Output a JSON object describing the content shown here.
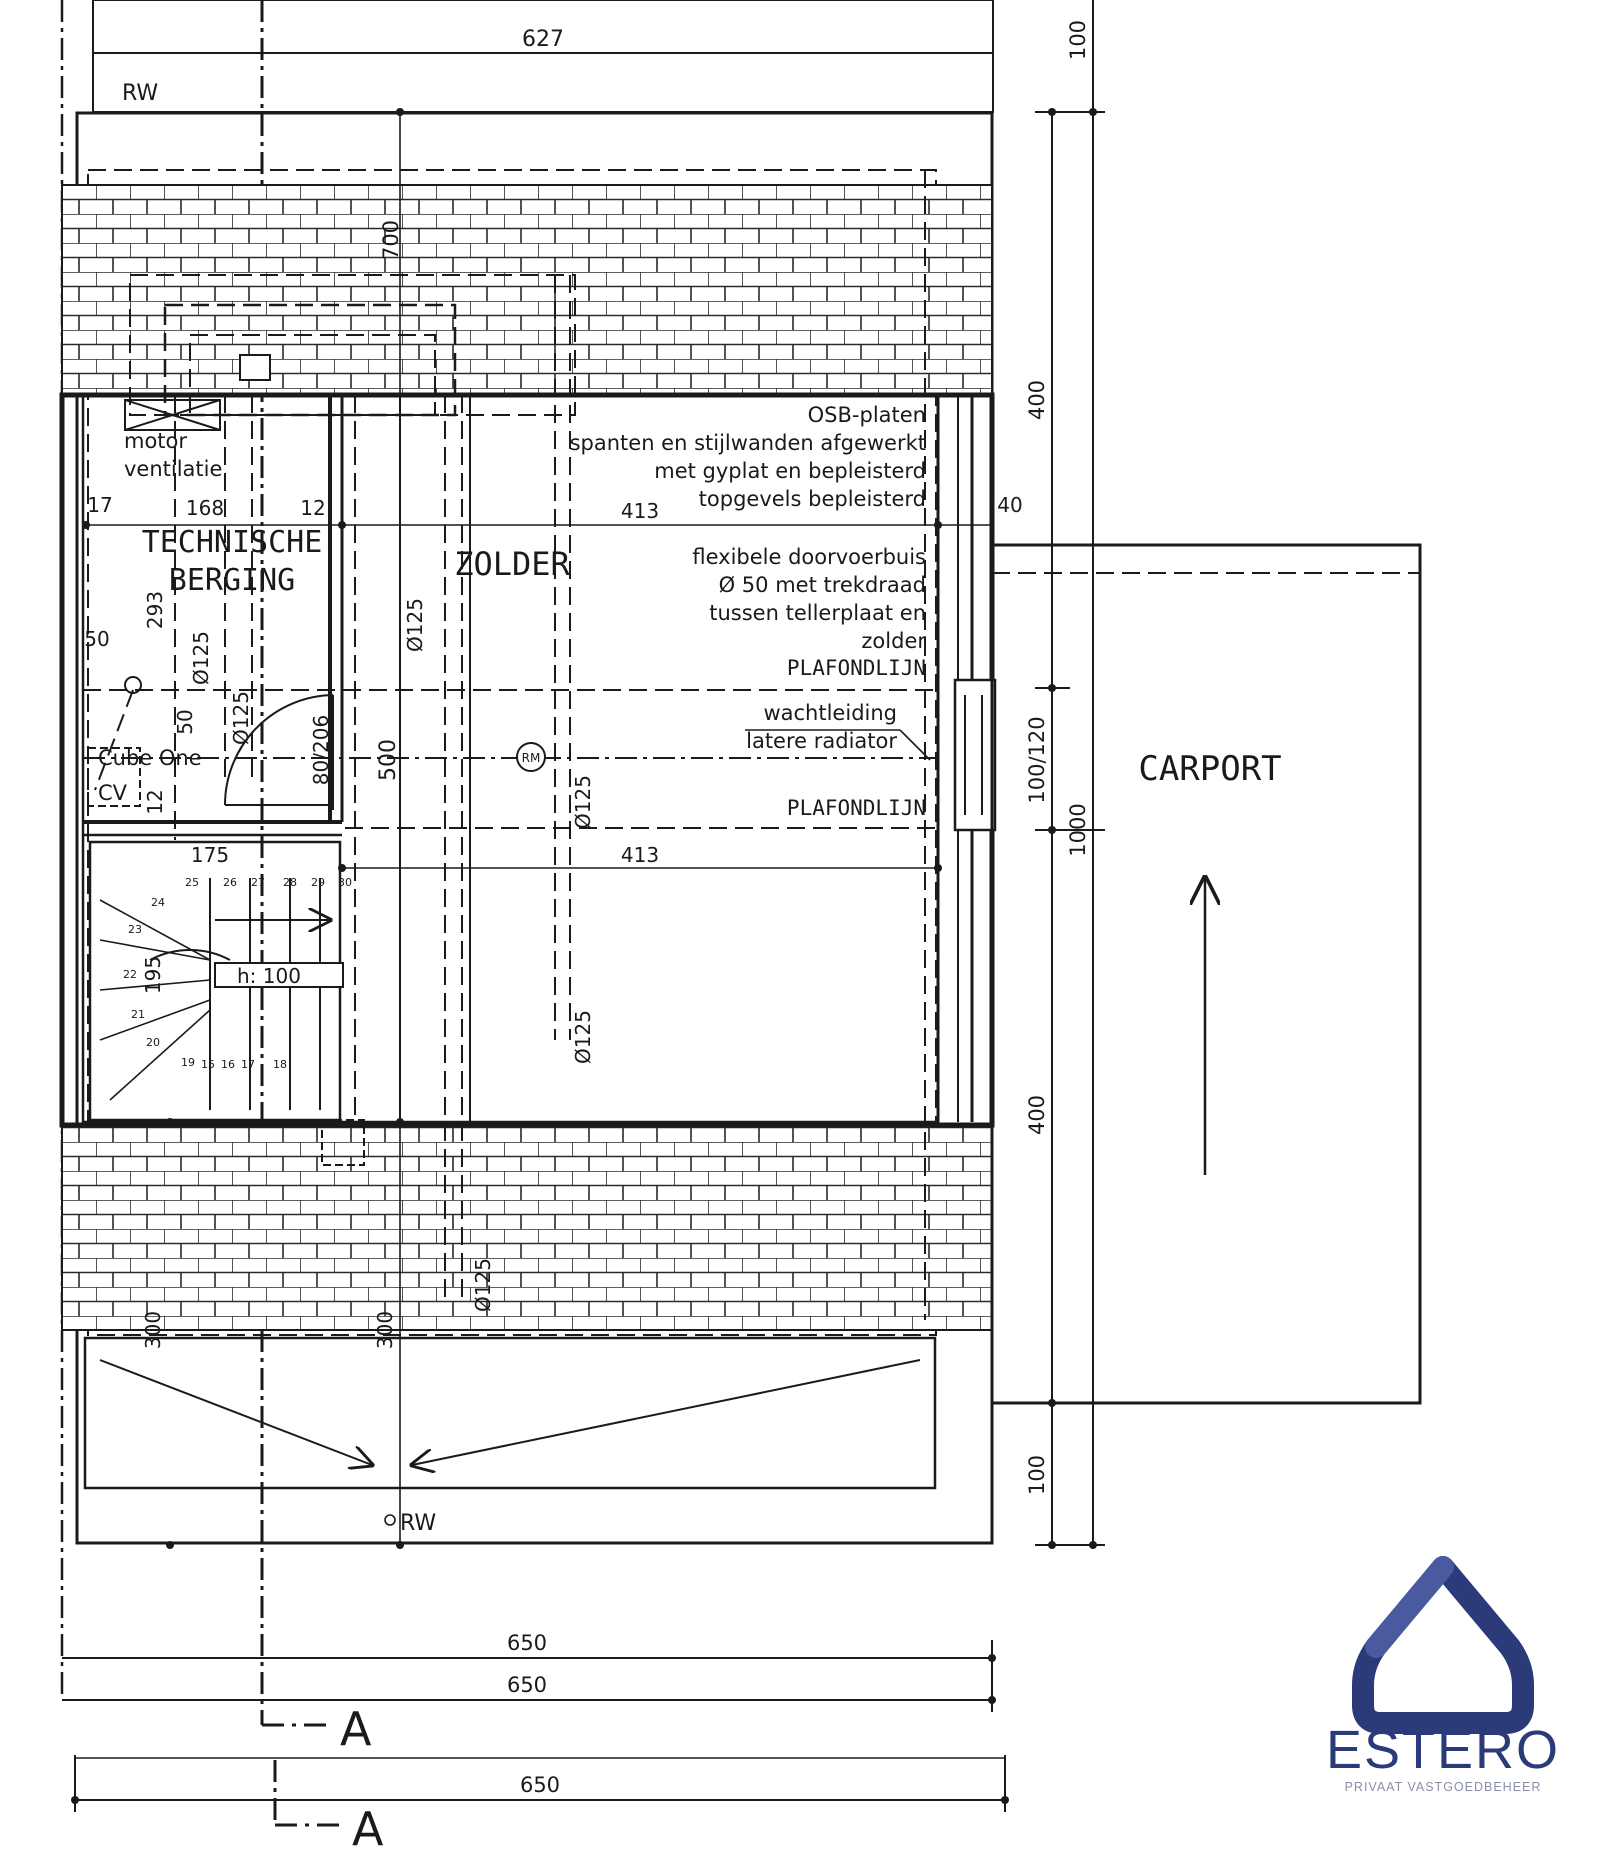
{
  "rooms": {
    "technische_line1": "TECHNISCHE",
    "technische_line2": "BERGING",
    "zolder": "ZOLDER",
    "carport": "CARPORT"
  },
  "notes": {
    "osb": [
      "OSB-platen",
      "spanten en stijlwanden afgewerkt",
      "met gyplat en bepleisterd",
      "topgevels bepleisterd"
    ],
    "doorvoer": [
      "flexibele doorvoerbuis",
      "Ø 50 met trekdraad",
      "tussen tellerplaat en",
      "zolder"
    ],
    "wacht": [
      "wachtleiding",
      "latere radiator"
    ],
    "plafond": "PLAFONDLIJN",
    "motor": [
      "motor",
      "ventilatie"
    ],
    "cube": "Cube One",
    "cv": "CV",
    "h100": "h: 100",
    "rm": "RM",
    "rw": "RW",
    "section": "A"
  },
  "dims": {
    "d627": "627",
    "d650": "650",
    "d413": "413",
    "d400": "400",
    "d100": "100",
    "d1000": "1000",
    "d100_120": "100/120",
    "d17": "17",
    "d168": "168",
    "d12": "12",
    "d40": "40",
    "d293": "293",
    "d50": "50",
    "d500": "500",
    "d175": "175",
    "d195": "195",
    "d300": "300",
    "d700": "700",
    "d80_206": "80/206",
    "pipe": "Ø125"
  },
  "stairs": [
    "15",
    "16",
    "17",
    "18",
    "19",
    "20",
    "21",
    "22",
    "23",
    "24",
    "25",
    "26",
    "27",
    "28",
    "29",
    "30"
  ],
  "brand": {
    "name": "ESTERO",
    "tagline": "PRIVAAT VASTGOEDBEHEER",
    "color": "#2b3a78"
  }
}
